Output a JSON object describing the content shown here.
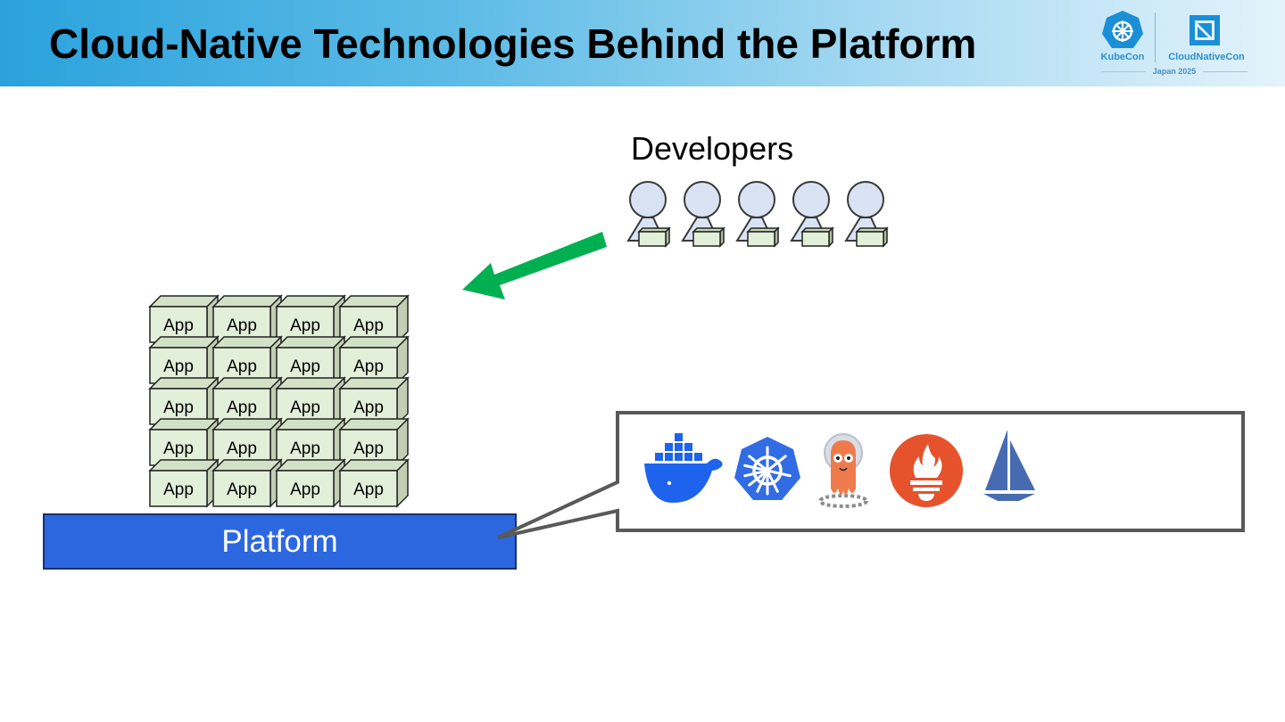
{
  "header": {
    "title": "Cloud-Native Technologies Behind the Platform",
    "kubecon_label": "KubeCon",
    "cloudnativecon_label": "CloudNativeCon",
    "event_year": "Japan 2025"
  },
  "diagram": {
    "developers_label": "Developers",
    "developer_count": 5,
    "app_label": "App",
    "app_grid": {
      "rows": 5,
      "columns": 4
    },
    "platform_label": "Platform",
    "arrow_color": "#00b050",
    "platform_color": "#2d67e0",
    "app_box_color": "#e2efd9",
    "developer_head_color": "#dae3f3"
  },
  "tools": [
    {
      "icon": "docker-icon"
    },
    {
      "icon": "kubernetes-icon"
    },
    {
      "icon": "argo-icon"
    },
    {
      "icon": "prometheus-icon"
    },
    {
      "icon": "istio-icon"
    }
  ]
}
